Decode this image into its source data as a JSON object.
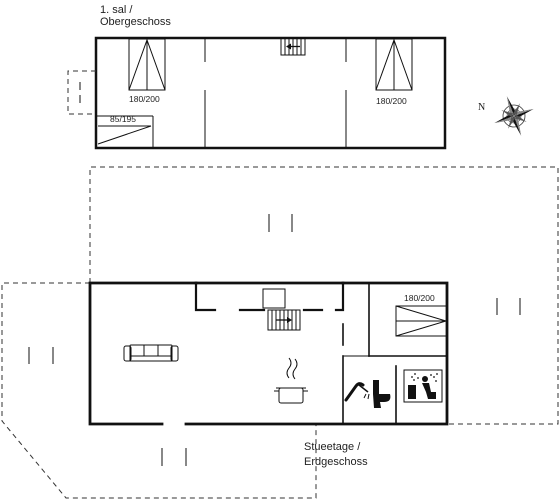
{
  "upper_floor": {
    "label_line1": "1. sal /",
    "label_line2": "Obergeschoss"
  },
  "ground_floor": {
    "label_line1": "Stueetage /",
    "label_line2": "Erdgeschoss"
  },
  "beds": {
    "upper_left": "180/200",
    "upper_right": "180/200",
    "upper_small": "85/195",
    "ground": "180/200"
  },
  "compass": {
    "north_label": "N"
  },
  "icons": [
    "stairs-icon",
    "bed-icon",
    "sofa-icon",
    "cooking-pot-icon",
    "shower-icon",
    "toilet-icon",
    "sauna-icon",
    "compass-rose-icon"
  ]
}
